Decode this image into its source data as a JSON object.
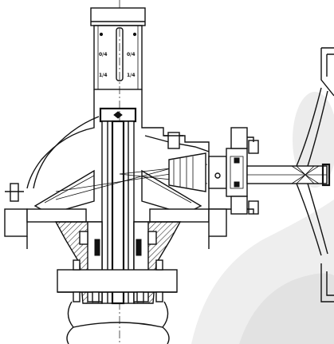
{
  "indicator": {
    "scale_labels": [
      "0/4",
      "0/4",
      "1/4",
      "1/4"
    ]
  },
  "colors": {
    "line": "#111111",
    "background": "#ffffff",
    "watermark": "#e6e6e6"
  }
}
